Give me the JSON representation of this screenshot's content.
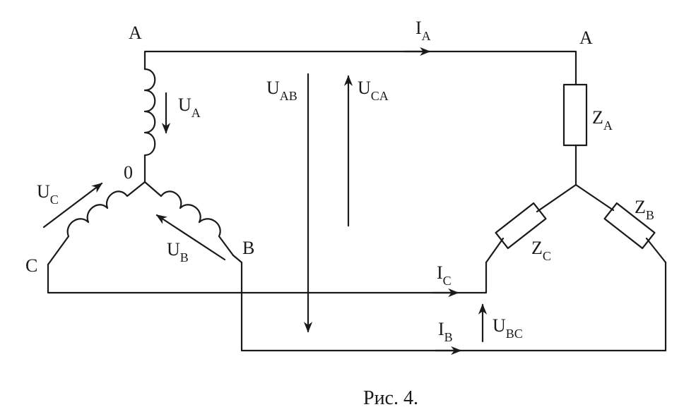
{
  "labels": {
    "src_A": "A",
    "src_B": "B",
    "src_C": "C",
    "neutral": "0",
    "load_A": "A",
    "UA": {
      "main": "U",
      "sub": "A"
    },
    "UB": {
      "main": "U",
      "sub": "B"
    },
    "UC": {
      "main": "U",
      "sub": "C"
    },
    "UAB": {
      "main": "U",
      "sub": "AB"
    },
    "UCA": {
      "main": "U",
      "sub": "CA"
    },
    "UBC": {
      "main": "U",
      "sub": "BC"
    },
    "IA": {
      "main": "I",
      "sub": "A"
    },
    "IB": {
      "main": "I",
      "sub": "B"
    },
    "IC": {
      "main": "I",
      "sub": "C"
    },
    "ZA": {
      "main": "Z",
      "sub": "A"
    },
    "ZB": {
      "main": "Z",
      "sub": "B"
    },
    "ZC": {
      "main": "Z",
      "sub": "C"
    }
  },
  "caption": "Рис. 4."
}
